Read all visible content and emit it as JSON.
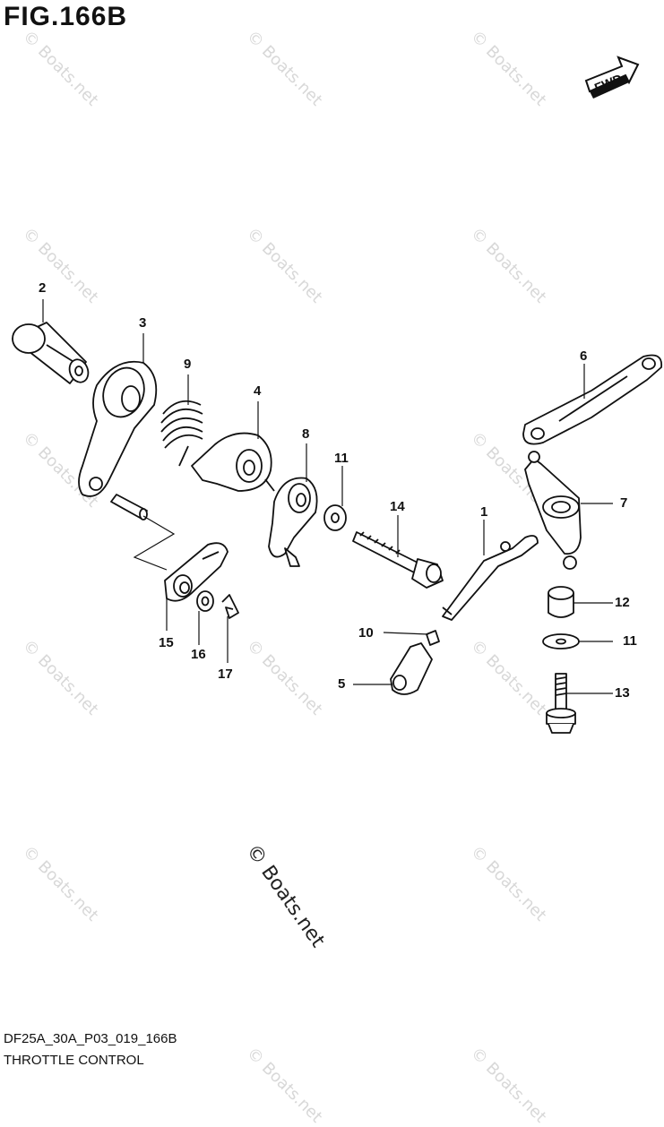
{
  "figure": {
    "title": "FIG.166B"
  },
  "footer": {
    "code": "DF25A_30A_P03_019_166B",
    "name": "THROTTLE CONTROL"
  },
  "fwd_label": "FWD",
  "watermark": {
    "text": "© Boats.net",
    "center_text": "© Boats.net"
  },
  "callouts": [
    {
      "id": "c1",
      "label": "1"
    },
    {
      "id": "c2",
      "label": "2"
    },
    {
      "id": "c3",
      "label": "3"
    },
    {
      "id": "c4",
      "label": "4"
    },
    {
      "id": "c5",
      "label": "5"
    },
    {
      "id": "c6",
      "label": "6"
    },
    {
      "id": "c7",
      "label": "7"
    },
    {
      "id": "c8",
      "label": "8"
    },
    {
      "id": "c9",
      "label": "9"
    },
    {
      "id": "c10",
      "label": "10"
    },
    {
      "id": "c11a",
      "label": "11"
    },
    {
      "id": "c11b",
      "label": "11"
    },
    {
      "id": "c12",
      "label": "12"
    },
    {
      "id": "c13",
      "label": "13"
    },
    {
      "id": "c14",
      "label": "14"
    },
    {
      "id": "c15",
      "label": "15"
    },
    {
      "id": "c16",
      "label": "16"
    },
    {
      "id": "c17",
      "label": "17"
    }
  ]
}
